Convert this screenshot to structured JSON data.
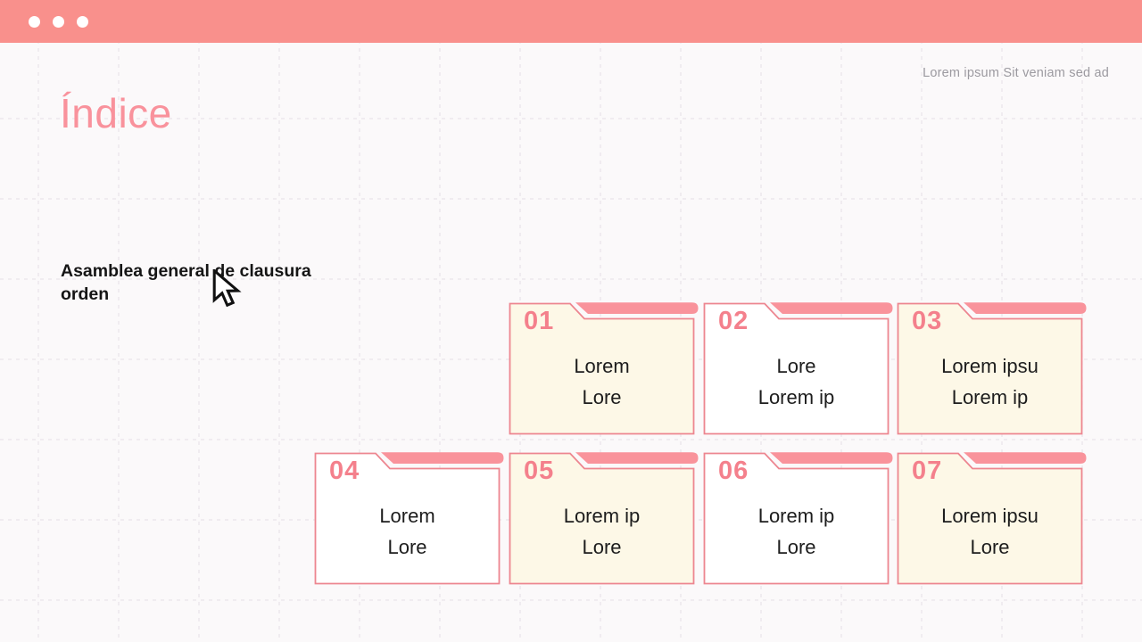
{
  "window": {
    "titlebar_dots": 3
  },
  "header": {
    "caption": "Lorem ipsum Sit veniam sed ad"
  },
  "page_title": "Índice",
  "heading": {
    "text": "Asamblea general de clausura orden"
  },
  "cards": [
    {
      "number": "01",
      "lines": [
        "Lorem",
        "Lore"
      ],
      "fill": "cream"
    },
    {
      "number": "02",
      "lines": [
        "Lore",
        "Lorem ip"
      ],
      "fill": "white"
    },
    {
      "number": "03",
      "lines": [
        "Lorem ipsu",
        "Lorem ip"
      ],
      "fill": "cream"
    },
    {
      "number": "04",
      "lines": [
        "Lorem",
        "Lore"
      ],
      "fill": "white"
    },
    {
      "number": "05",
      "lines": [
        "Lorem ip",
        "Lore"
      ],
      "fill": "cream"
    },
    {
      "number": "06",
      "lines": [
        "Lorem ip",
        "Lore"
      ],
      "fill": "white"
    },
    {
      "number": "07",
      "lines": [
        "Lorem ipsu",
        "Lore"
      ],
      "fill": "cream"
    }
  ],
  "colors": {
    "accent": "#F9908C",
    "strip": "#F9939B",
    "border": "#ED8690",
    "number": "#F4808C",
    "title": "#F9929C",
    "cream": "#FDF8E7",
    "bg": "#FBF9FA",
    "grid": "#E6E0E7"
  }
}
